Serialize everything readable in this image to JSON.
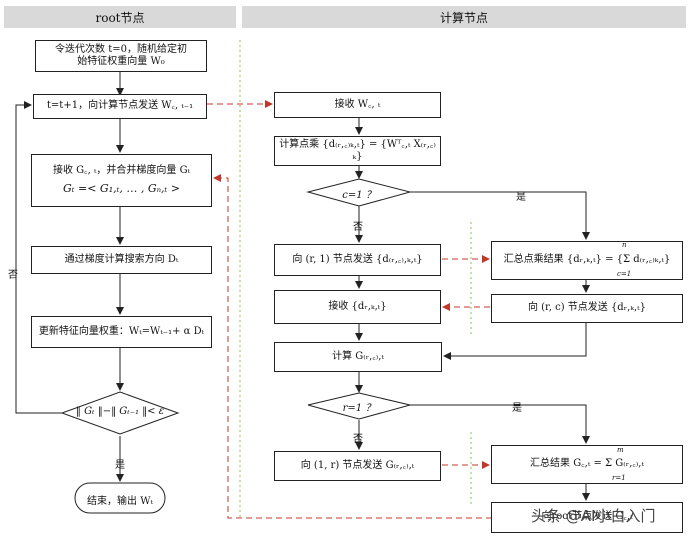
{
  "headers": {
    "root": "root节点",
    "compute": "计算节点"
  },
  "root_nodes": {
    "init": [
      "令迭代次数 t=0，随机给定初",
      "始特征权重向量 W₀"
    ],
    "send": "t=t+1，向计算节点发送 W꜀, ₜ₋₁",
    "recv_merge": [
      "接收 G꜀, ₜ，并合并梯度向量 Gₜ",
      "Gₜ =< G₁,ₜ, … , Gₙ,ₜ >"
    ],
    "search": "通过梯度计算搜索方向 Dₜ",
    "update": "更新特征向量权重：Wₜ=Wₜ₋₁+ α Dₜ",
    "cond": "‖ Gₜ ‖−‖ Gₜ₋₁ ‖< ε",
    "end": "结束，输出 Wₜ",
    "no": "否",
    "yes": "是"
  },
  "compute_nodes": {
    "recv_w": "接收 W꜀, ₜ",
    "dot": "计算点乘 {d₍ᵣ,꜀₎ₖ,ₜ} = {Wᵀ꜀,ₜ X₍ᵣ,꜀₎ₖ}",
    "cond_c": "c=1 ？",
    "send_r1": "向 (r, 1) 节点发送 {d₍ᵣ,꜀₎,ₖ,ₜ}",
    "summary_dot": "汇总点乘结果 {dᵣ,ₖ,ₜ} = {Σ d₍ᵣ,꜀₎ₖ,ₜ}",
    "summary_dot_top": "n",
    "summary_dot_bottom": "c=1",
    "recv_d": "接收 {dᵣ,ₖ,ₜ}",
    "send_rc": "向 (r, c) 节点发送 {dᵣ,ₖ,ₜ}",
    "calc_g": "计算 G₍ᵣ,꜀₎,ₜ",
    "cond_r": "r=1 ？",
    "send_1r": "向 (1, r) 节点发送 G₍ᵣ,꜀₎,ₜ",
    "summary_g": "汇总结果 G꜀,ₜ = Σ G₍ᵣ,꜀₎,ₜ",
    "summary_g_top": "m",
    "summary_g_bottom": "r=1",
    "send_root": "向root节点发送 G꜀,ₜ",
    "yes": "是",
    "no": "否"
  },
  "watermark": "头条 @AI小白入门",
  "colors": {
    "header_bg": "#d9d9d9",
    "dashed_red": "#c0392b",
    "dotted_green": "#8bc34a"
  }
}
